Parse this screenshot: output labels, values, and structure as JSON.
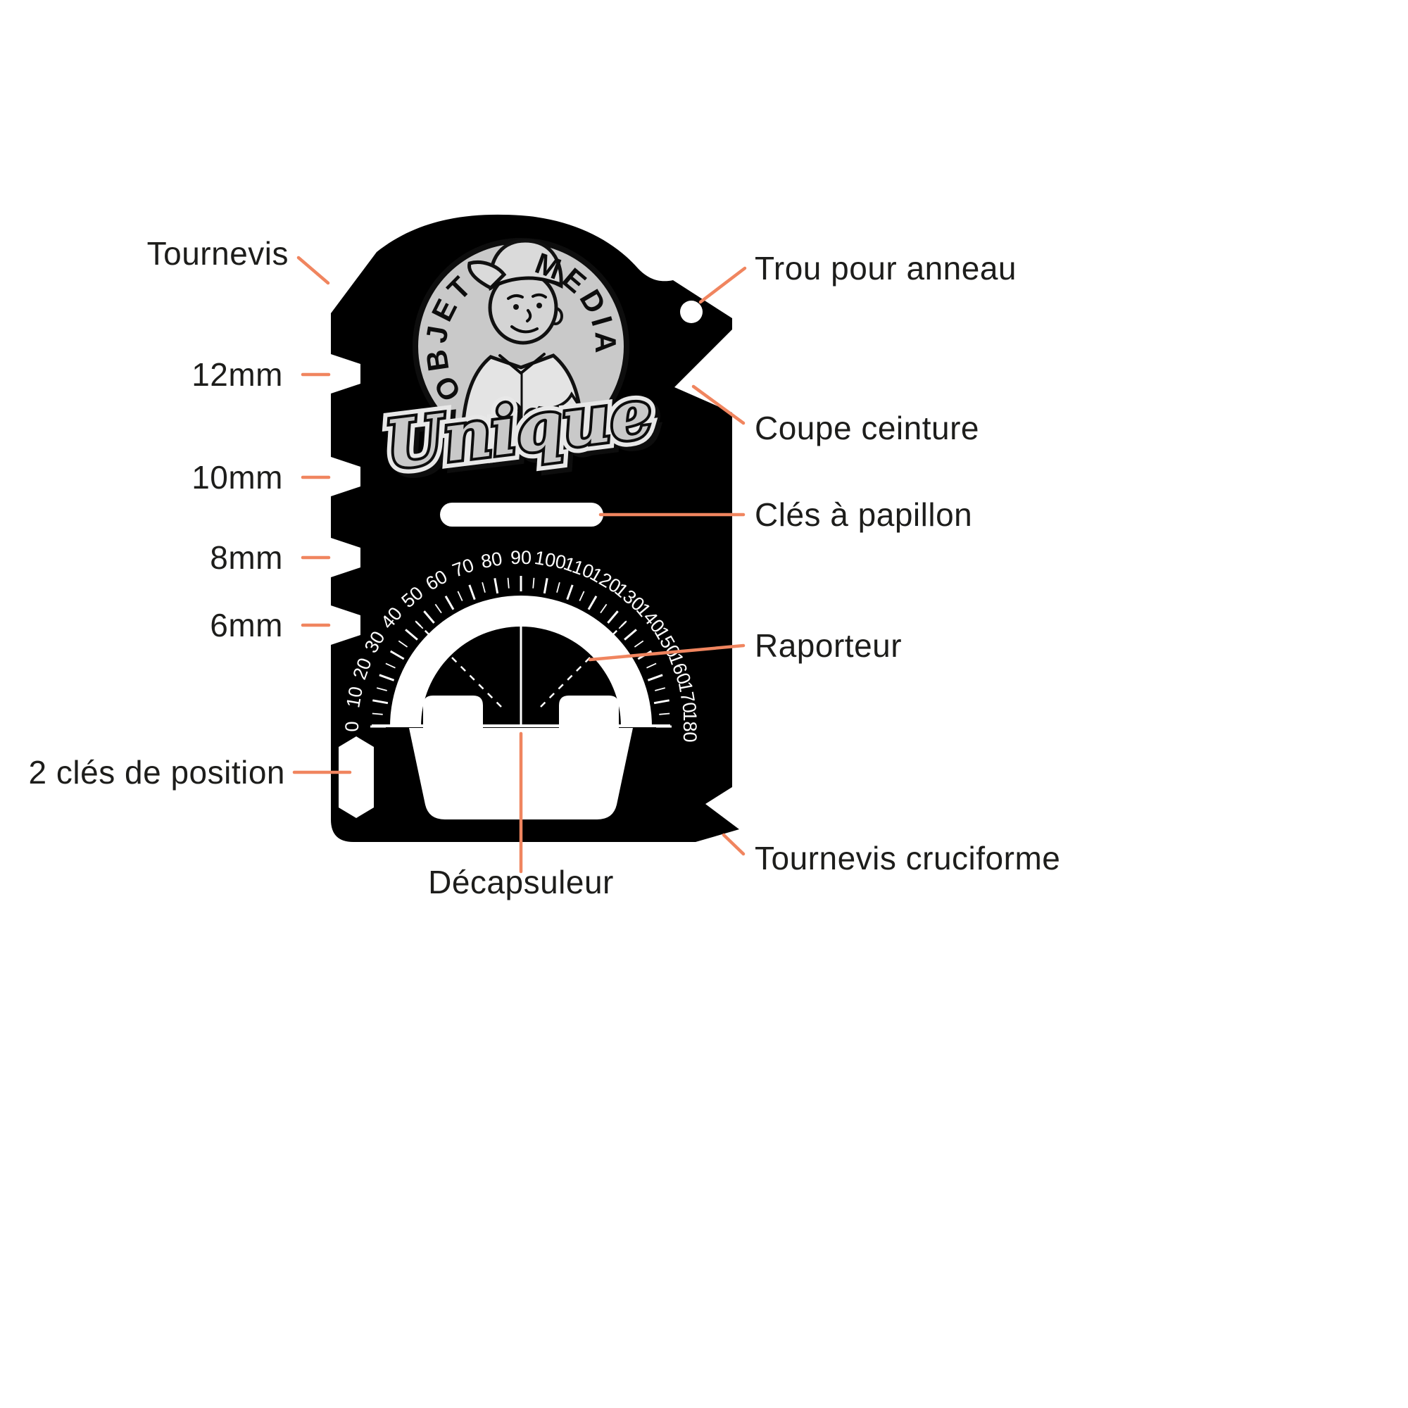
{
  "colors": {
    "background": "#ffffff",
    "card": "#000000",
    "cutout": "#ffffff",
    "accent": "#f0855f",
    "label_text": "#1d1d1b",
    "logo_gray": "#c9c9c9",
    "logo_dark": "#0d0d0d"
  },
  "callouts": {
    "tournevis": "Tournevis",
    "size_12mm": "12mm",
    "size_10mm": "10mm",
    "size_8mm": "8mm",
    "size_6mm": "6mm",
    "cles_de_position": "2 clés de position",
    "trou_pour_anneau": "Trou pour anneau",
    "coupe_ceinture": "Coupe ceinture",
    "cles_a_papillon": "Clés à papillon",
    "raporteur": "Raporteur",
    "tournevis_cruciforme": "Tournevis cruciforme",
    "decapsuleur": "Décapsuleur"
  },
  "logo": {
    "arc_left": "OBJET",
    "arc_right": "MEDIA",
    "script": "Unique"
  },
  "protractor": {
    "tick_labels": [
      0,
      10,
      20,
      30,
      40,
      50,
      60,
      70,
      80,
      90,
      100,
      110,
      120,
      130,
      140,
      150,
      160,
      170,
      180
    ]
  }
}
